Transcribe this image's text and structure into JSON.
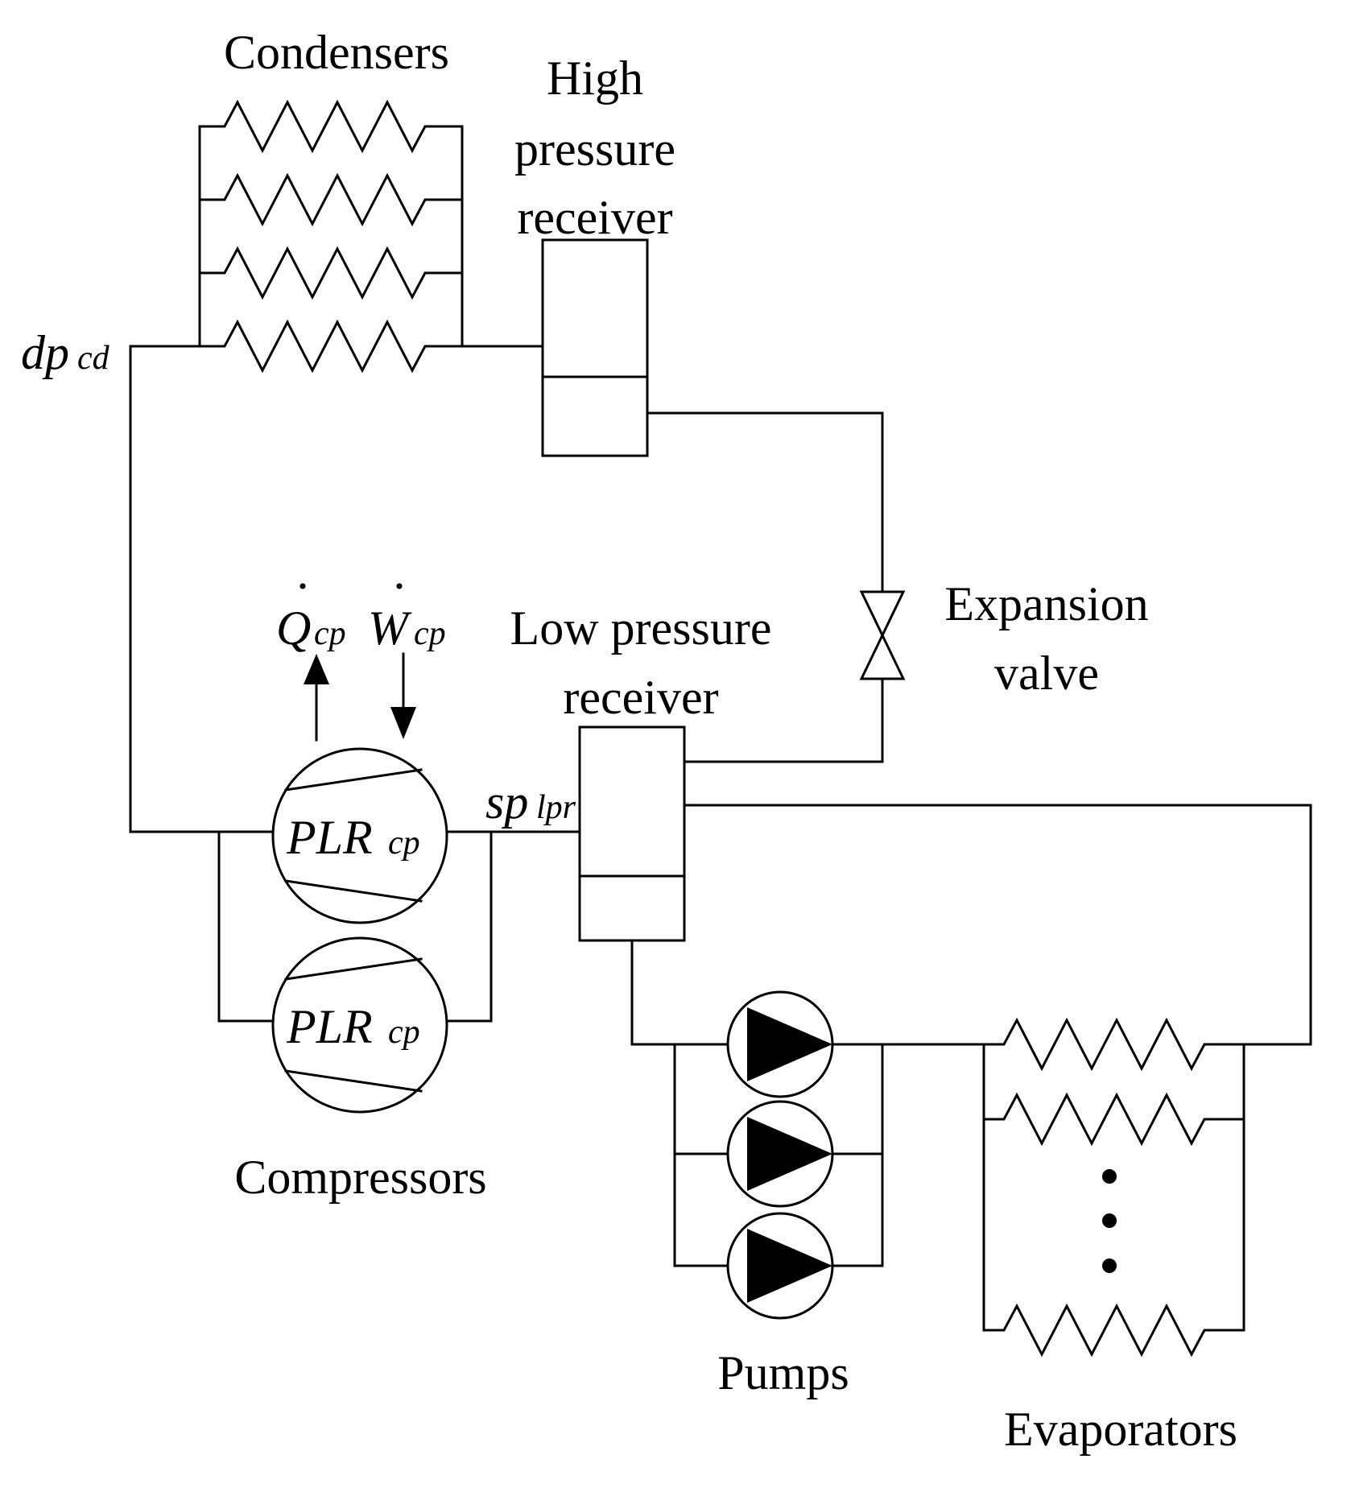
{
  "labels": {
    "condensers": "Condensers",
    "hp_receiver": [
      "High",
      "pressure",
      "receiver"
    ],
    "lp_receiver": [
      "Low pressure",
      "receiver"
    ],
    "expansion_valve": [
      "Expansion",
      "valve"
    ],
    "compressors": "Compressors",
    "pumps": "Pumps",
    "evaporators": "Evaporators",
    "dp": {
      "main": "dp",
      "sub": "cd"
    },
    "sp": {
      "main": "sp",
      "sub": "lpr"
    },
    "q": {
      "main": "Q",
      "sub": "cp",
      "dot": "·"
    },
    "w": {
      "main": "W",
      "sub": "cp",
      "dot": "·"
    },
    "plr_top": {
      "main": "PLR",
      "sub": "cp"
    },
    "plr_bottom": {
      "main": "PLR",
      "sub": "cp"
    }
  }
}
